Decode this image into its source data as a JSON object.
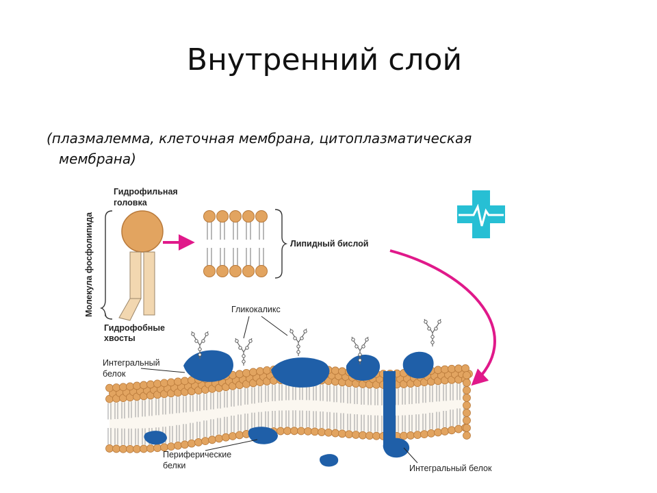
{
  "slide": {
    "title": "Внутренний слой",
    "subtitle_line1": "(плазмалемма, клеточная мембрана, цитоплазматическая",
    "subtitle_line2": "мембрана)"
  },
  "diagram": {
    "labels": {
      "molecule": "Молекула фосфолипида",
      "hydrophilic_1": "Гидрофильная",
      "hydrophilic_2": "головка",
      "hydrophobic_1": "Гидрофобные",
      "hydrophobic_2": "хвосты",
      "bilayer": "Липидный бислой",
      "glycocalyx": "Гликокаликс",
      "integral_1": "Интегральный",
      "integral_2": "белок",
      "peripheral_1": "Периферические",
      "peripheral_2": "белки",
      "integral_bottom": "Интегральный белок"
    },
    "colors": {
      "head": "#e2a460",
      "head_stroke": "#b8793a",
      "tail": "#f2d7b0",
      "protein": "#1f5fa8",
      "arrow": "#e0198a",
      "logo": "#27bfd4"
    },
    "icons": [
      "medical-cross-heartbeat-icon"
    ]
  }
}
